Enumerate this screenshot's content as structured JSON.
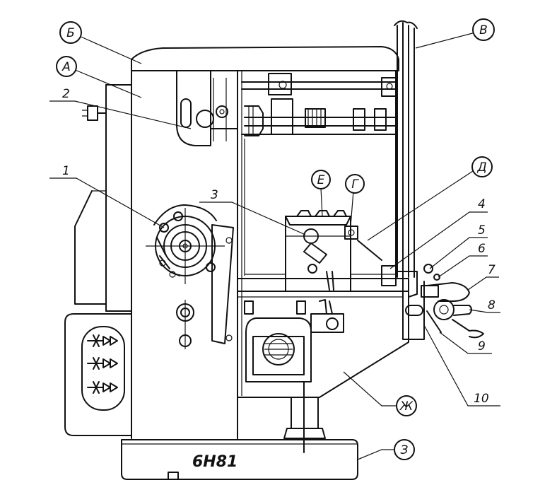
{
  "model_label": "6Н81",
  "callouts": {
    "A": "А",
    "B": "Б",
    "V": "В",
    "G": "Г",
    "D": "Д",
    "E": "Е",
    "Zh": "Ж",
    "Z": "З",
    "n1": "1",
    "n2": "2",
    "n3": "3",
    "n4": "4",
    "n5": "5",
    "n6": "6",
    "n7": "7",
    "n8": "8",
    "n9": "9",
    "n10": "10"
  },
  "colors": {
    "ink": "#111111",
    "paper": "#ffffff"
  }
}
